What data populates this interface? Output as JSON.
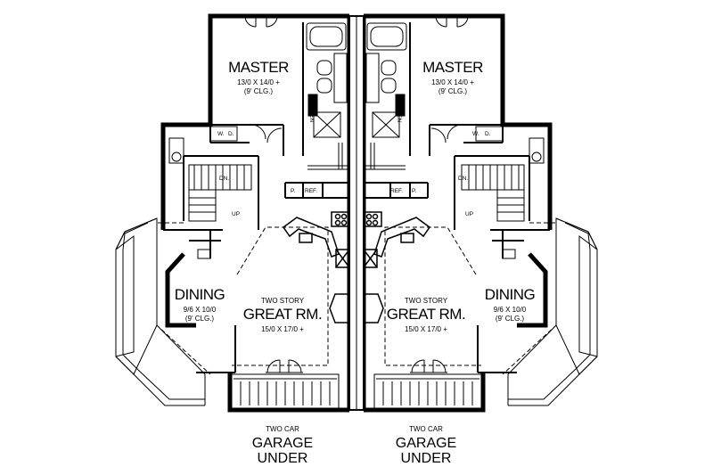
{
  "left_unit": {
    "master": {
      "name": "MASTER",
      "dims": "13/0 X 14/0 +",
      "clg": "(9' CLG.)"
    },
    "dining": {
      "name": "DINING",
      "dims": "9/6 X 10/0",
      "clg": "(9' CLG.)"
    },
    "great_room": {
      "label": "TWO STORY",
      "name": "GREAT RM.",
      "dims": "15/0 X 17/0 +"
    },
    "washer": "W.",
    "dryer": "D.",
    "stairs_down": "DN.",
    "stairs_up": "UP",
    "pantry": "P.",
    "fridge": "REF.",
    "linen": "LINEN",
    "garage": {
      "top": "TWO CAR",
      "line1": "GARAGE",
      "line2": "UNDER"
    }
  },
  "right_unit": {
    "master": {
      "name": "MASTER",
      "dims": "13/0 X 14/0 +",
      "clg": "(9' CLG.)"
    },
    "dining": {
      "name": "DINING",
      "dims": "9/6 X 10/0",
      "clg": "(9' CLG.)"
    },
    "great_room": {
      "label": "TWO STORY",
      "name": "GREAT RM.",
      "dims": "15/0 X 17/0 +"
    },
    "washer": "W.",
    "dryer": "D.",
    "stairs_down": "DN.",
    "stairs_up": "UP",
    "pantry": "P.",
    "fridge": "REF.",
    "linen": "LINEN",
    "garage": {
      "top": "TWO CAR",
      "line1": "GARAGE",
      "line2": "UNDER"
    }
  }
}
